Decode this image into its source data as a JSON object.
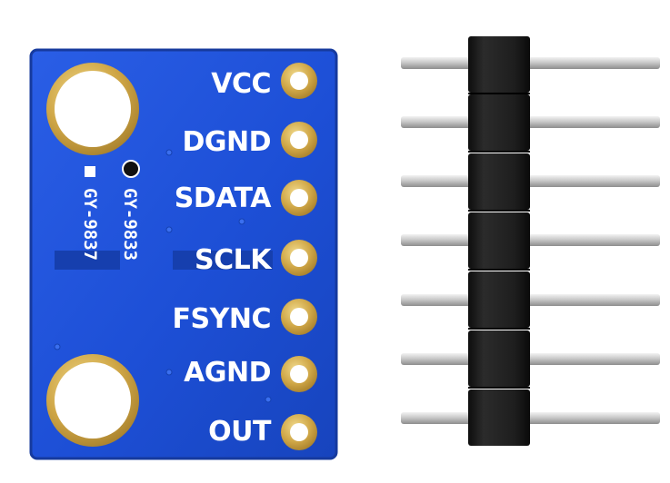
{
  "board": {
    "pins": [
      {
        "label": "VCC"
      },
      {
        "label": "DGND"
      },
      {
        "label": "SDATA"
      },
      {
        "label": "SCLK"
      },
      {
        "label": "FSYNC"
      },
      {
        "label": "AGND"
      },
      {
        "label": "OUT"
      }
    ],
    "silkscreen_left": "GY-9837",
    "silkscreen_right": "GY-9833",
    "pcb_color": "#1f4fd8",
    "pad_color": "#d6b45a"
  },
  "header": {
    "pin_count": 7,
    "plastic_color": "#1a1a1a",
    "pin_color": "#c8c8c8"
  }
}
